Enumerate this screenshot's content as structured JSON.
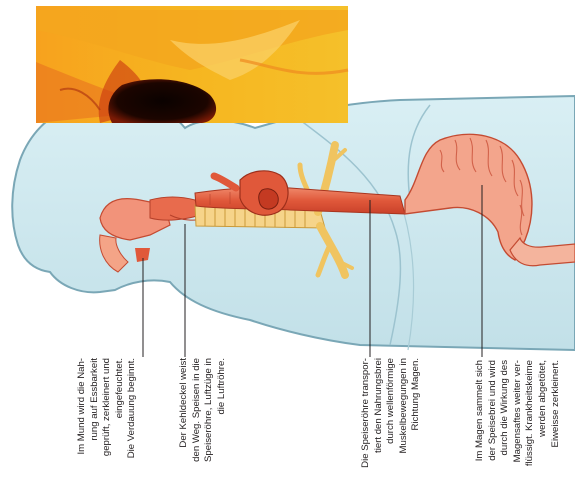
{
  "figure": {
    "photo_description_alt": "",
    "captions": [
      {
        "id": "mouth",
        "lines": [
          "Im Mund wird die Nah-",
          "rung auf Essbarkeit",
          "geprüft, zerkleinert und",
          "eingefeuchtet.",
          "Die Verdauung beginnt."
        ]
      },
      {
        "id": "epiglottis",
        "lines": [
          "Der Kehldeckel weist",
          "den Weg. Speisen in die",
          "Speiseröhre, Luftzüge in",
          "die Luftröhre."
        ]
      },
      {
        "id": "esophagus",
        "lines": [
          "Die Speiseröhre transpor-",
          "tiert den Nahrungsbrei",
          "durch wellenförmige",
          "Muskelbewegungen in",
          "Richtung Magen."
        ]
      },
      {
        "id": "stomach",
        "lines": [
          "Im Magen sammelt sich",
          "der Speisebrei und wird",
          "durch die Wirkung des",
          "Magensaftes weiter ver-",
          "flüssigt. Krankheitskeime",
          "werden abgetötet,",
          "Eiweisse zerkleinert."
        ]
      }
    ]
  },
  "colors": {
    "skin_fill": "#cfe9ef",
    "skin_stroke": "#6f9cad",
    "organ_red": "#e0583a",
    "organ_light": "#f4a487",
    "trachea": "#f2c96f",
    "photo_yellow": "#f5b21b",
    "photo_orange": "#e2661d",
    "leader_line": "#231f20"
  }
}
